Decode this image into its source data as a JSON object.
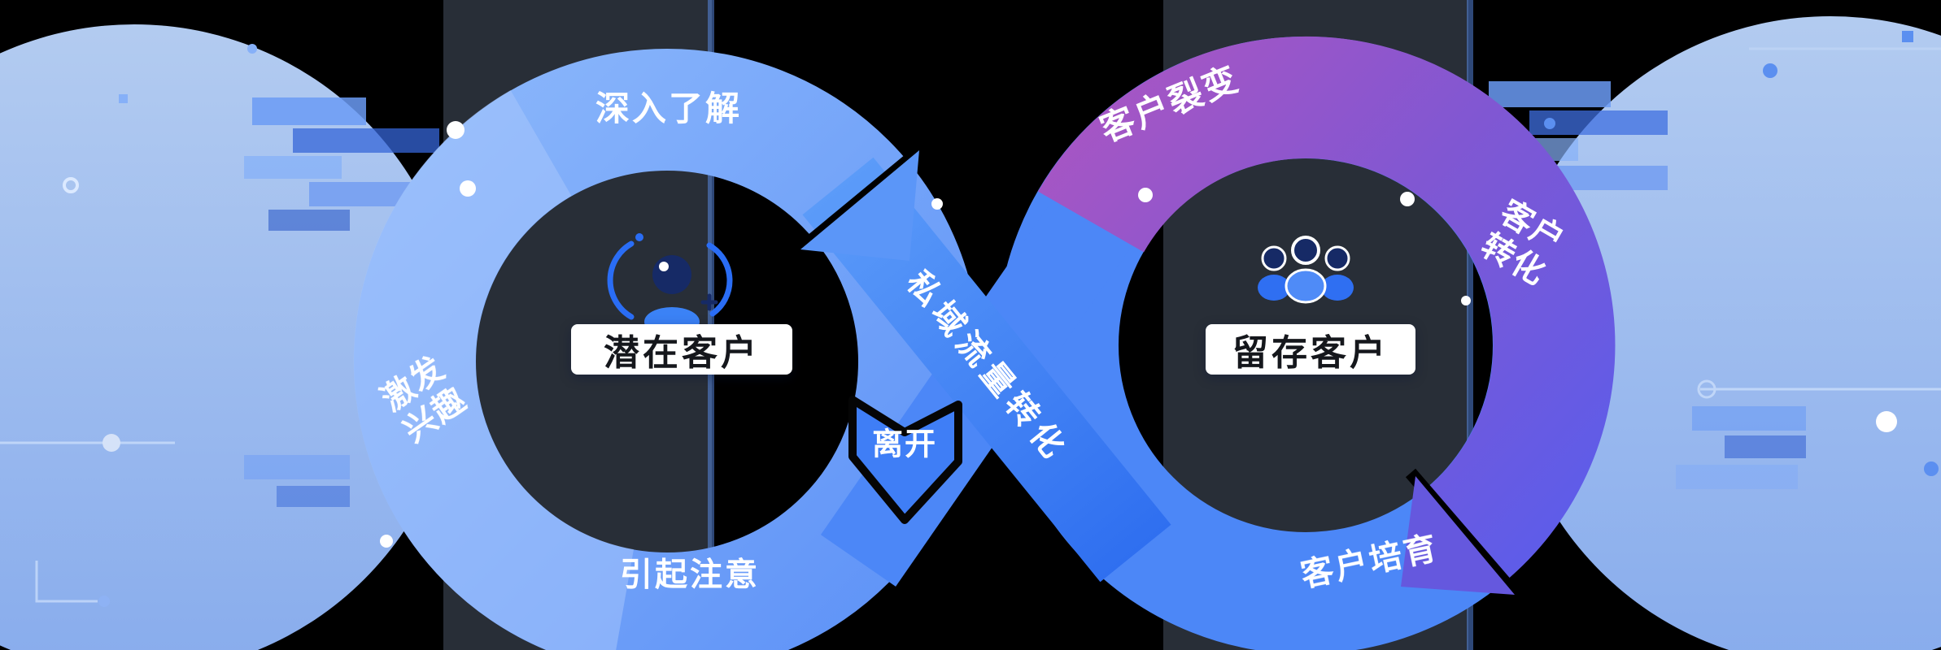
{
  "diagram": {
    "left_loop": {
      "center_label": "潜在客户",
      "stage_top": "深入了解",
      "stage_left_line1": "激发",
      "stage_left_line2": "兴趣",
      "stage_bottom": "引起注意"
    },
    "right_loop": {
      "center_label": "留存客户",
      "stage_top": "客户裂变",
      "stage_right_line1": "客户",
      "stage_right_line2": "转化",
      "stage_bottom": "客户培育"
    },
    "flow": {
      "band_label": "私域流量转化",
      "leave_label": "离开"
    },
    "colors": {
      "left_ring": "#7dadfa",
      "left_ring_light": "#a9c8fc",
      "right_ring_blue": "#4c87f7",
      "band_blue": "#3f7ef6",
      "purple_start": "#ab55c2",
      "purple_end": "#5f5ce8",
      "side_circle": "#a6c6fb",
      "background": "#000000"
    }
  }
}
